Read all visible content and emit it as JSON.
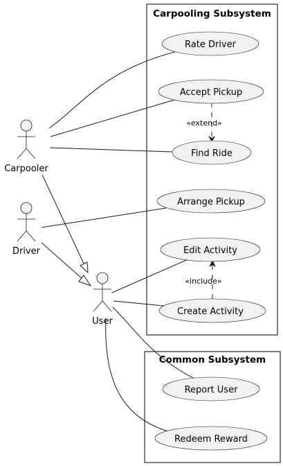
{
  "systems": {
    "carpooling": {
      "title": "Carpooling Subsystem"
    },
    "common": {
      "title": "Common Subsystem"
    }
  },
  "actors": {
    "carpooler": {
      "label": "Carpooler"
    },
    "driver": {
      "label": "Driver"
    },
    "user": {
      "label": "User"
    }
  },
  "usecases": {
    "rate_driver": "Rate Driver",
    "accept_pickup": "Accept Pickup",
    "find_ride": "Find Ride",
    "arrange_pickup": "Arrange Pickup",
    "edit_activity": "Edit Activity",
    "create_activity": "Create Activity",
    "report_user": "Report User",
    "redeem_reward": "Redeem Reward"
  },
  "stereotypes": {
    "extend": "«extend»",
    "include": "«include»"
  },
  "colors": {
    "usecase_fill": "#f1f1f1",
    "actor_fill": "#f1f1f1",
    "line": "#181818",
    "background": "#ffffff"
  }
}
